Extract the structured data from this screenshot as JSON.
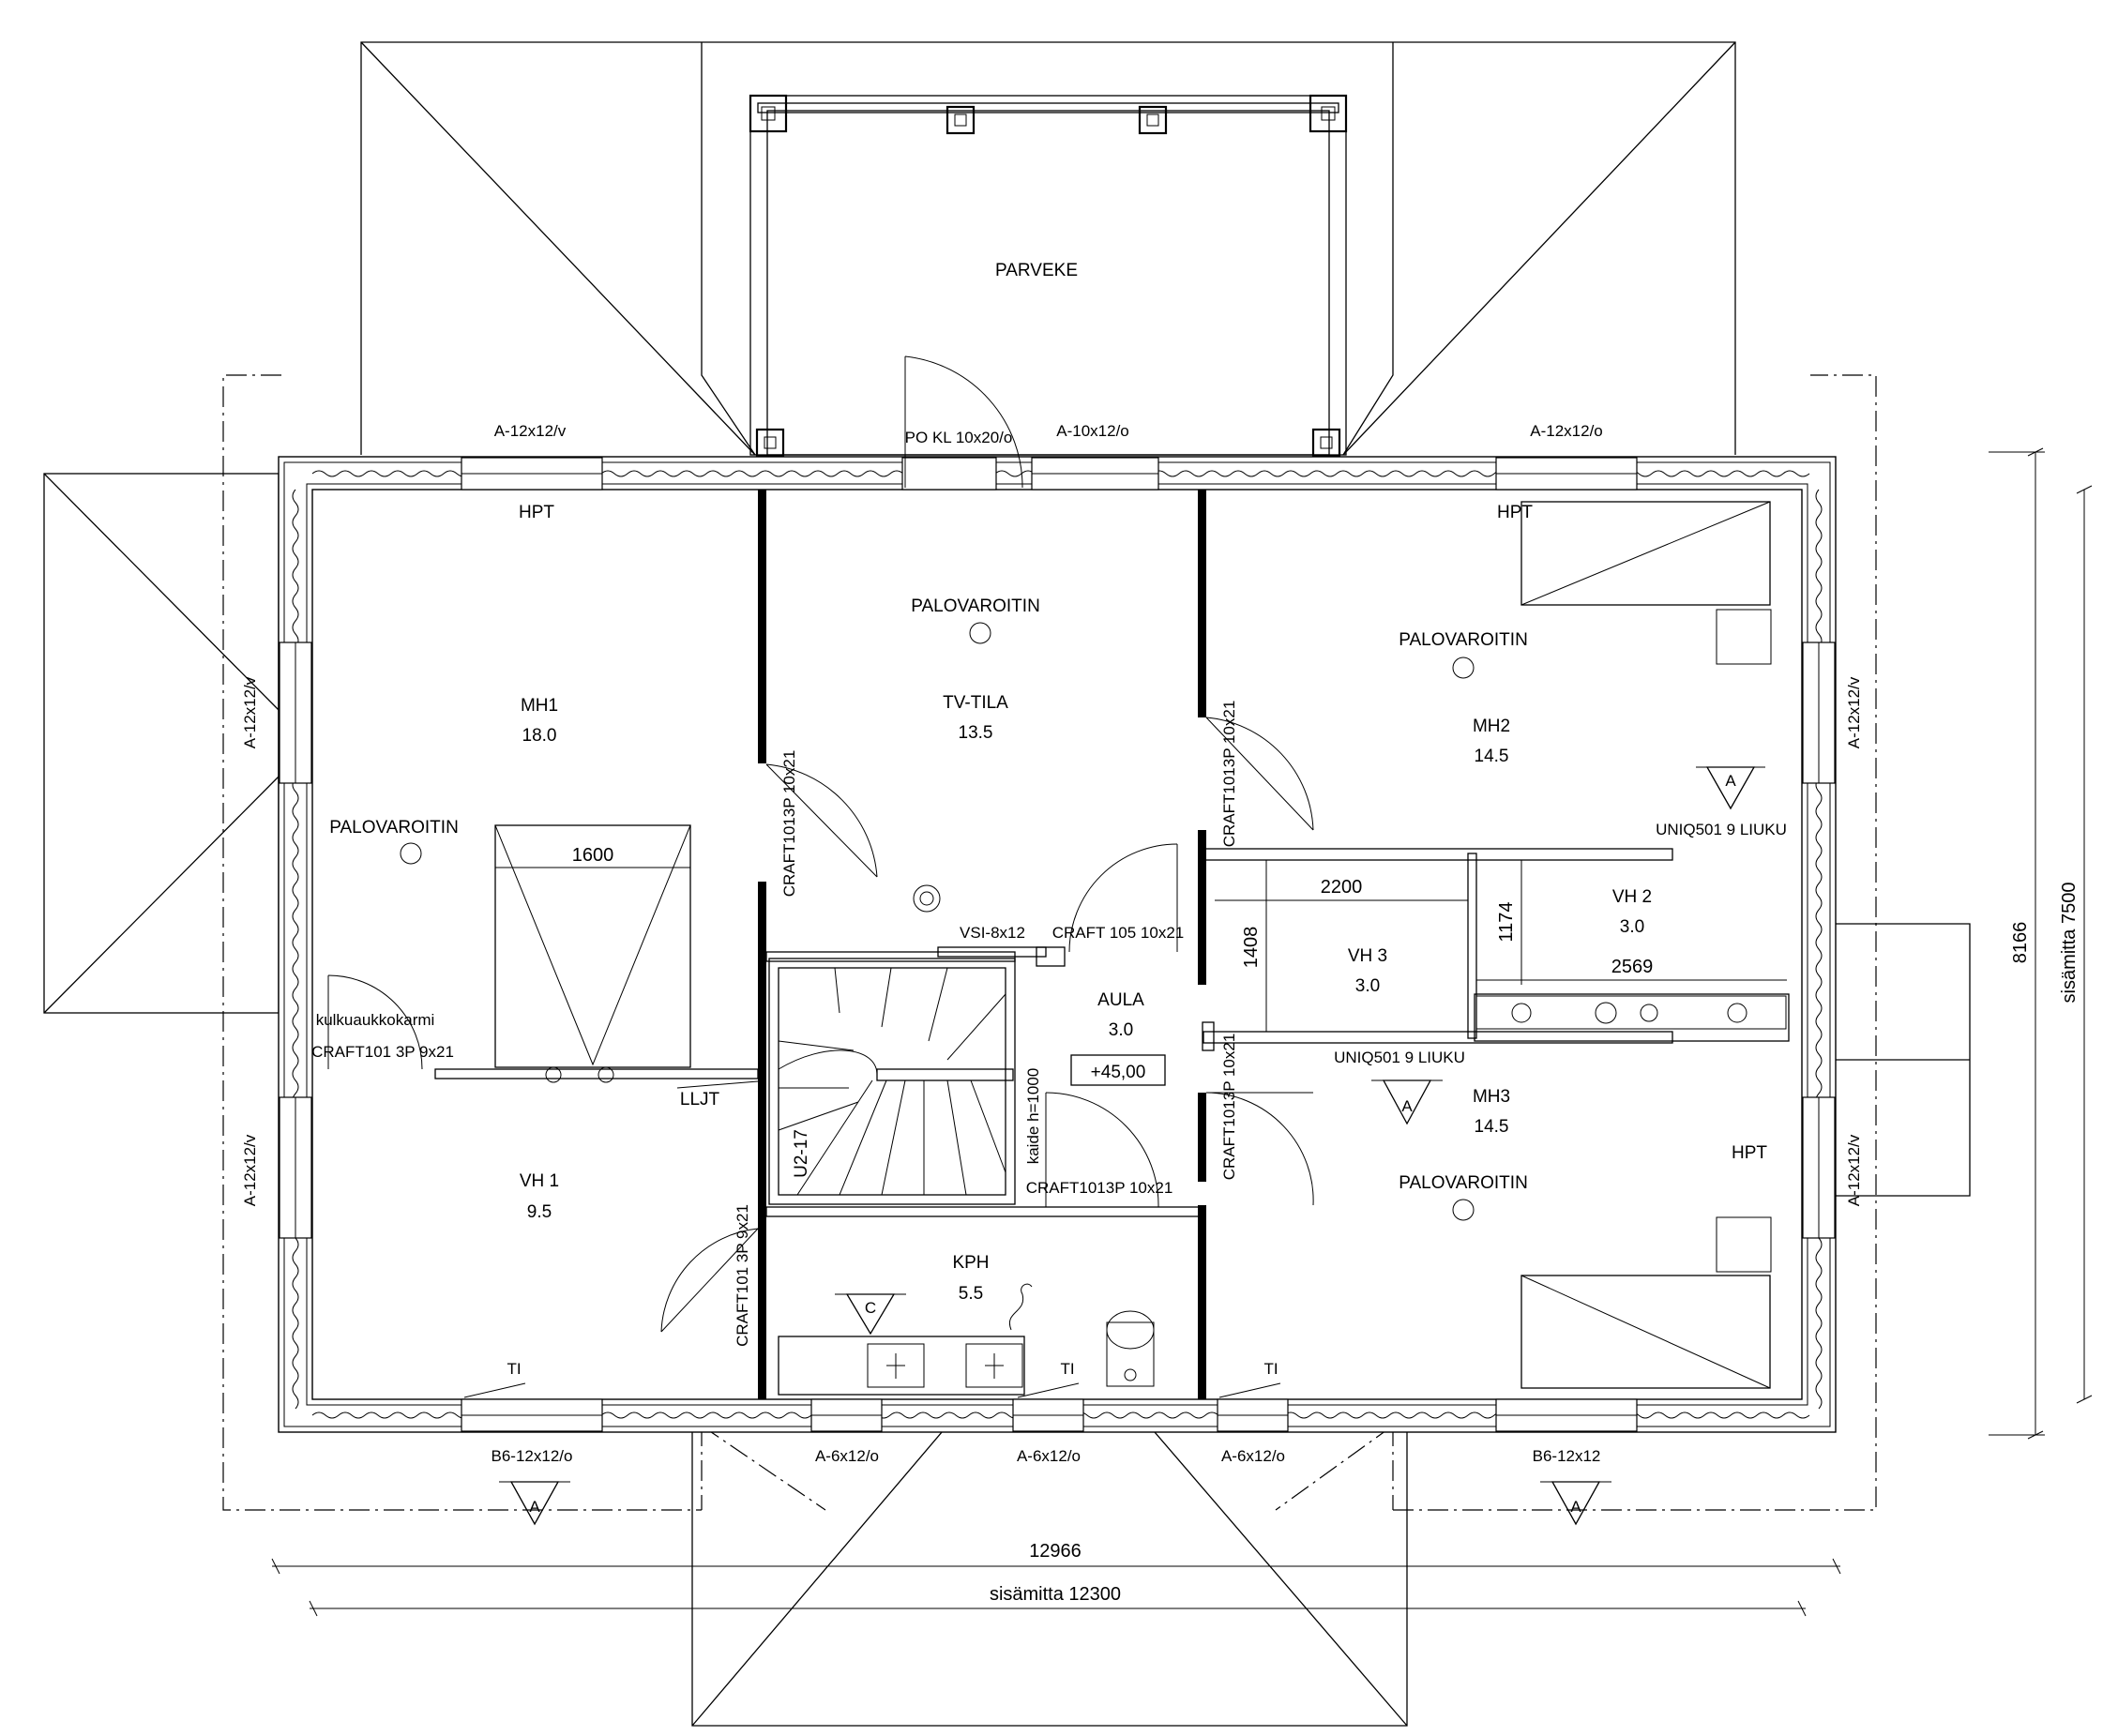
{
  "plan": {
    "rooms": {
      "parveke": "PARVEKE",
      "tv_tila": {
        "name": "TV-TILA",
        "area": "13.5"
      },
      "mh1": {
        "name": "MH1",
        "area": "18.0"
      },
      "mh2": {
        "name": "MH2",
        "area": "14.5"
      },
      "mh3": {
        "name": "MH3",
        "area": "14.5"
      },
      "vh1": {
        "name": "VH 1",
        "area": "9.5"
      },
      "vh2": {
        "name": "VH 2",
        "area": "3.0"
      },
      "vh3": {
        "name": "VH 3",
        "area": "3.0"
      },
      "aula": {
        "name": "AULA",
        "area": "3.0"
      },
      "kph": {
        "name": "KPH",
        "area": "5.5"
      }
    },
    "smoke_detector": "PALOVAROITIN",
    "hpt": "HPT",
    "ti": "TI",
    "windows": {
      "top_left": "A-12x12/v",
      "top_mid": "A-10x12/o",
      "top_right": "A-12x12/o",
      "left_top": "A-12x12/v",
      "left_bottom": "A-12x12/v",
      "right_top": "A-12x12/v",
      "right_bottom": "A-12x12/v",
      "bottom_1": "B6-12x12/o",
      "bottom_2": "A-6x12/o",
      "bottom_3": "A-6x12/o",
      "bottom_4": "A-6x12/o",
      "bottom_5": "B6-12x12"
    },
    "doors": {
      "balcony": "PO KL 10x20/o",
      "tv": "CRAFT1013P 10x21",
      "mh2": "CRAFT1013P 10x21",
      "mh3": "CRAFT1013P 10x21",
      "aula": "CRAFT 105 10x21",
      "vh1": "CRAFT101 3P 9x21",
      "kph_side": "CRAFT101 3P 9x21",
      "kph": "CRAFT1013P 10x21",
      "hatch": "CRAFT101 3P 9x21"
    },
    "notes": {
      "kulku": "kulkuaukkokarmi",
      "vsi": "VSI-8x12",
      "lljt": "LLJT",
      "kaide": "kaide h=1000",
      "stair": "U2-17",
      "level": "+45,00",
      "uniq_1": "UNIQ501 9 LIUKU",
      "uniq_2": "UNIQ501 9 LIUKU"
    },
    "markers": {
      "a": "A",
      "c": "C"
    },
    "dimensions": {
      "bed_width": "1600",
      "vh3_width": "2200",
      "vh3_depth": "1408",
      "vh2_depth": "1174",
      "vh2_width": "2569",
      "overall_width": "12966",
      "inner_width": "sisämitta 12300",
      "overall_depth": "8166",
      "inner_depth": "sisämitta 7500"
    }
  }
}
